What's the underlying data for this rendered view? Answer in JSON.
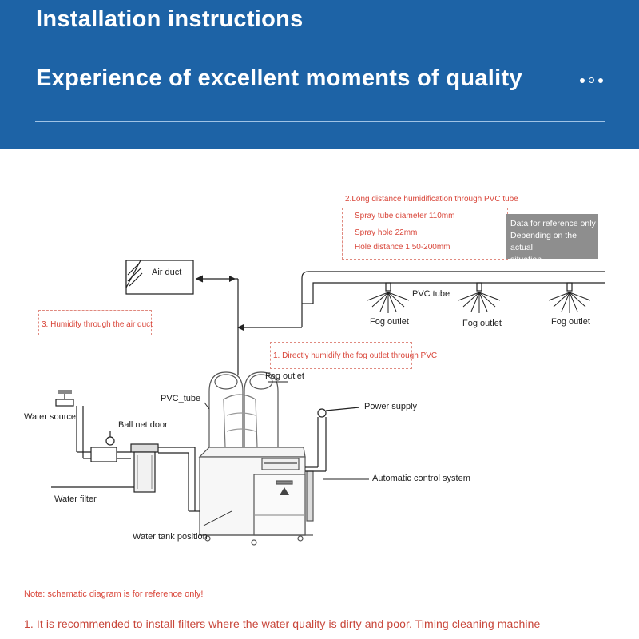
{
  "header": {
    "title": "Installation instructions",
    "subtitle": "Experience of excellent moments of quality"
  },
  "diagram": {
    "option2": {
      "title": "2.Long distance humidification through PVC tube",
      "lines": [
        "Spray tube diameter 110mm",
        "Spray hole 22mm",
        "Hole distance 1 50-200mm"
      ]
    },
    "reference_note": [
      "Data for reference only",
      "Depending on the actual",
      " situation"
    ],
    "option3": "3. Humidify through the air duct",
    "option1": "1. Directly humidify the fog outlet through PVC",
    "labels": {
      "air_duct": "Air duct",
      "pvc_tube_top": "PVC tube",
      "fog_outlet_1": "Fog outlet",
      "fog_outlet_2": "Fog outlet",
      "fog_outlet_3": "Fog outlet",
      "fog_outlet_machine": "Fog outlet",
      "pvc_tube_machine": "PVC_tube",
      "power_supply": "Power supply",
      "water_source": "Water source",
      "ball_net_door": "Ball net door",
      "automatic_control": "Automatic control system",
      "water_filter": "Water filter",
      "water_tank": "Water tank position"
    }
  },
  "note": "Note: schematic diagram is for reference only!",
  "footer": "1. It is recommended to install filters where the water quality is dirty and poor. Timing cleaning machine"
}
